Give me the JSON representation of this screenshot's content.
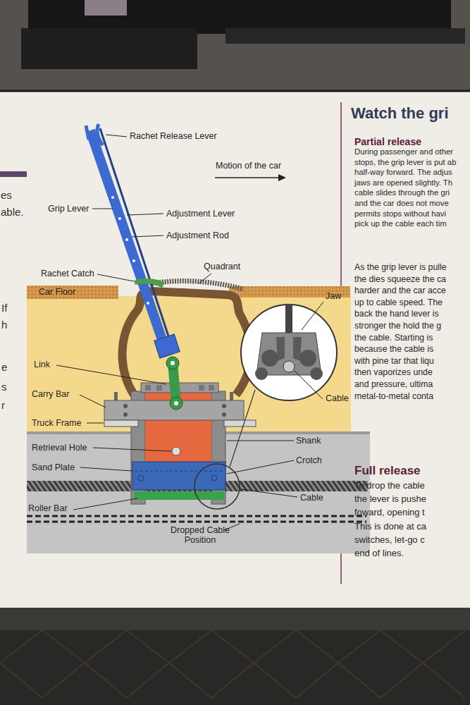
{
  "diagram": {
    "title": "Watch the gri",
    "nodes": [
      {
        "text": [
          "Car Floor"
        ]
      }
    ],
    "labels": [
      "es",
      "able.",
      "If",
      "h",
      "e",
      "s",
      "r",
      "Rachet Release Lever",
      "Motion of the car",
      "Grip Lever",
      "Adjustment Lever",
      "Adjustment Rod",
      "Rachet Catch",
      "Quadrant",
      "Jaw",
      "Link",
      "Cable",
      "Carry Bar",
      "Truck Frame",
      "Retrieval Hole",
      "Shank",
      "Sand Plate",
      "Crotch",
      "Cable",
      "Roller Bar",
      "Dropped Cable Position",
      "Partial release",
      "During passenger and other",
      "stops, the grip lever is put ab",
      "half-way forward. The adjus",
      "jaws are opened slightly. Th",
      "cable slides through the gri",
      "and the car does not move",
      "permits stops without havi",
      "pick up the cable each tim",
      "As the grip lever is pulle",
      "the dies squeeze the ca",
      "harder and the car acce",
      "up to cable speed. The",
      "back the hand lever is",
      "stronger the hold the g",
      "the cable. Starting is",
      "because the cable is",
      "with pine tar that liqu",
      "then vaporizes unde",
      "and pressure, ultima",
      "metal-to-metal conta",
      "Full release",
      "To drop the cable",
      "the lever is pushe",
      "foward, opening t",
      "This is done at ca",
      "switches, let-go c",
      "end of lines."
    ]
  }
}
